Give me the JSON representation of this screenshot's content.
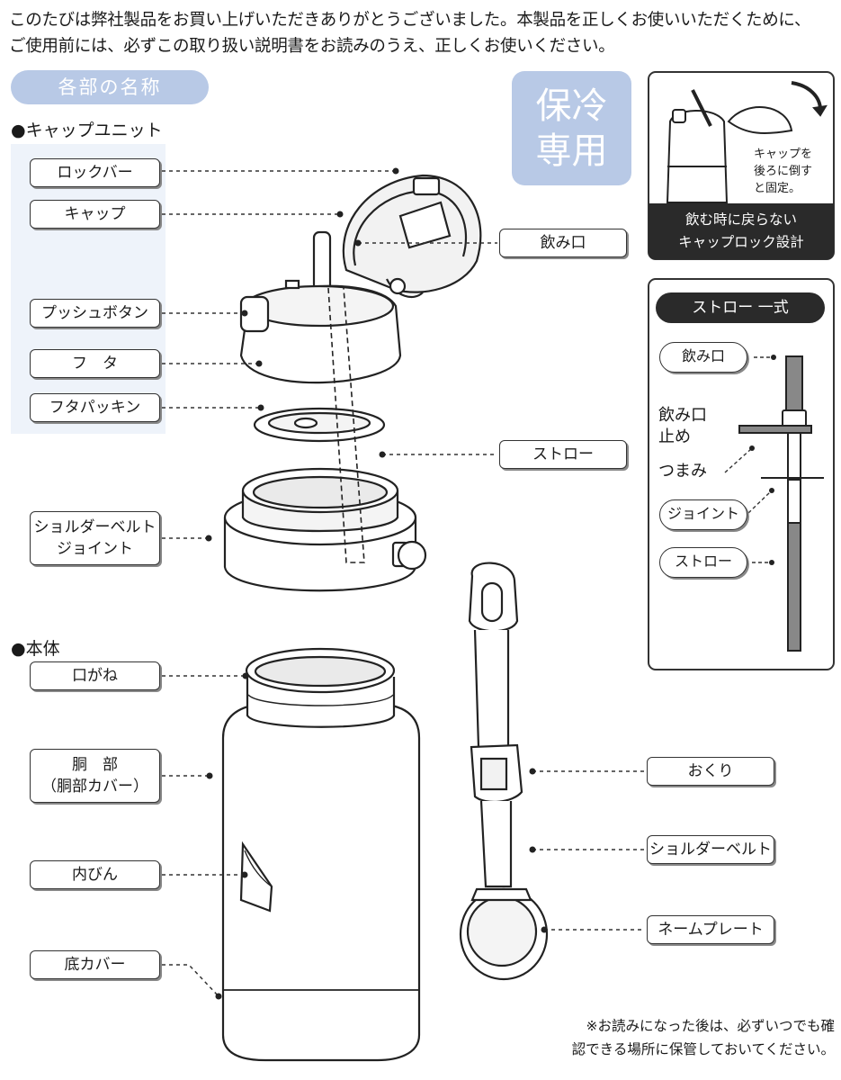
{
  "intro": {
    "line1": "このたびは弊社製品をお買い上げいただきありがとうございました。本製品を正しくお使いいただくために、",
    "line2": "ご使用前には、必ずこの取り扱い説明書をお読みのうえ、正しくお使いください。"
  },
  "section_title": "各部の名称",
  "cap_unit": {
    "heading": "●キャップユニット",
    "labels": {
      "lock_bar": "ロックバー",
      "cap": "キャップ",
      "push_button": "プッシュボタン",
      "lid": "フ　タ",
      "lid_packing": "フタパッキン",
      "shoulder_joint": "ショルダーベルト\nジョイント",
      "mouthpiece": "飲み口",
      "straw": "ストロー"
    }
  },
  "body": {
    "heading": "●本体",
    "labels": {
      "neck": "口がね",
      "torso": "胴　部\n（胴部カバー）",
      "inner_bottle": "内びん",
      "bottom_cover": "底カバー",
      "okuri": "おくり",
      "shoulder_belt": "ショルダーベルト",
      "name_plate": "ネームプレート"
    }
  },
  "badge": {
    "line1": "保冷",
    "line2": "専用"
  },
  "cap_lock_box": {
    "note": "キャップを\n後ろに倒す\nと固定。",
    "banner_line1": "飲む時に戻らない",
    "banner_line2": "キャップロック設計"
  },
  "straw_set": {
    "title": "ストロー 一式",
    "mouthpiece": "飲み口",
    "stopper": "飲み口\n止め",
    "knob": "つまみ",
    "joint": "ジョイント",
    "straw": "ストロー"
  },
  "footnote": "※お読みになった後は、必ずいつでも確\n認できる場所に保管しておいてください。",
  "colors": {
    "accent_blue": "#b8c9e6",
    "panel_tint": "#eef3fa",
    "ink": "#1a1a1a",
    "banner": "#2a2a2a"
  }
}
